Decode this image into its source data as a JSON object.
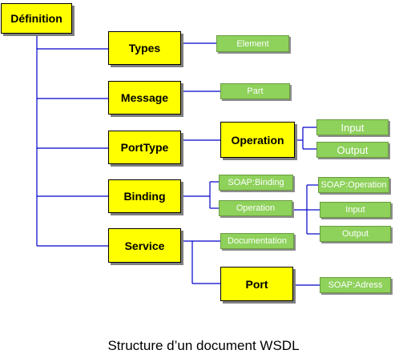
{
  "nodes": {
    "definition": "Définition",
    "types": "Types",
    "message": "Message",
    "porttype": "PortType",
    "binding": "Binding",
    "service": "Service",
    "element": "Element",
    "part": "Part",
    "operation": "Operation",
    "input": "Input",
    "output": "Output",
    "soap_binding": "SOAP:Binding",
    "binding_operation": "Operation",
    "soap_operation": "SOAP:Operation",
    "binding_input": "Input",
    "binding_output": "Output",
    "documentation": "Documentation",
    "port": "Port",
    "soap_adress": "SOAP:Adress"
  },
  "caption": "Structure d’un document WSDL",
  "colors": {
    "node_fill": "#ffff00",
    "leaf_fill": "#8ed15b",
    "connector": "#0000cc"
  }
}
